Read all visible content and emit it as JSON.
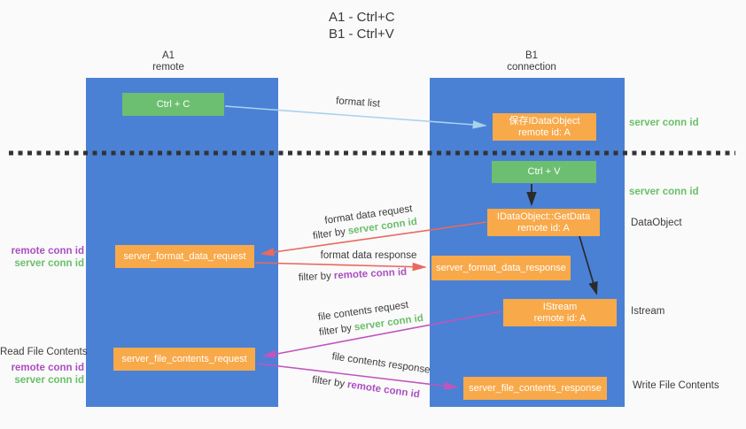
{
  "title": {
    "line1": "A1 - Ctrl+C",
    "line2": "B1 - Ctrl+V"
  },
  "lanes": {
    "a1": {
      "title": "A1",
      "subtitle": "remote"
    },
    "b1": {
      "title": "B1",
      "subtitle": "connection"
    }
  },
  "nodes": {
    "ctrl_c": {
      "label": "Ctrl + C"
    },
    "ctrl_v": {
      "label": "Ctrl + V"
    },
    "save_idataobject": {
      "line1": "保存IDataObject",
      "line2": "remote id: A"
    },
    "getdata": {
      "line1": "IDataObject::GetData",
      "line2": "remote id: A"
    },
    "format_request": {
      "label": "server_format_data_request"
    },
    "format_response": {
      "label": "server_format_data_response"
    },
    "istream": {
      "line1": "IStream",
      "line2": "remote id: A"
    },
    "file_request": {
      "label": "server_file_contents_request"
    },
    "file_response": {
      "label": "server_file_contents_response"
    }
  },
  "edges": {
    "format_list": {
      "label": "format list"
    },
    "format_data_request": {
      "label": "format data request",
      "filter_prefix": "filter by",
      "filter_key": "server conn id"
    },
    "format_data_response": {
      "label": "format data response",
      "filter_prefix": "filter by",
      "filter_key": "remote conn id"
    },
    "file_contents_request": {
      "label": "file contents request",
      "filter_prefix": "filter by",
      "filter_key": "server conn id"
    },
    "file_contents_response": {
      "label": "file contents response",
      "filter_prefix": "filter by",
      "filter_key": "remote conn id"
    }
  },
  "annotations": {
    "right": {
      "server_conn_id_top": "server conn id",
      "server_conn_id_mid": "server conn id",
      "dataobject": "DataObject",
      "istream": "Istream",
      "write_file_contents": "Write File Contents"
    },
    "left": {
      "remote_conn_id_top": "remote conn id",
      "server_conn_id_top": "server conn id",
      "read_file_contents": "Read File Contents",
      "remote_conn_id_bottom": "remote conn id",
      "server_conn_id_bottom": "server conn id"
    }
  },
  "colors": {
    "lane_blue": "#4a81d5",
    "node_green": "#6cbf70",
    "node_orange": "#f8a94a",
    "arrow_red": "#e9695f",
    "arrow_magenta": "#c055be",
    "arrow_lightblue": "#a8d2ee",
    "arrow_black": "#2b2b2b",
    "keyword_green": "#6abf69",
    "keyword_purple": "#ab4fc1",
    "background": "#fafafa"
  }
}
